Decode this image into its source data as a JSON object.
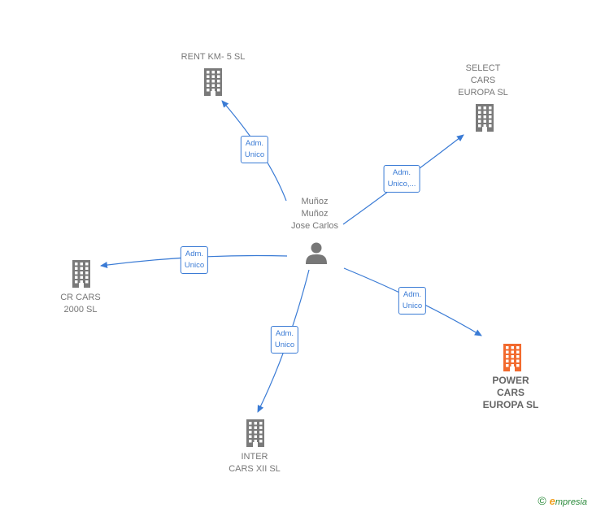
{
  "center": {
    "name_lines": [
      "Muñoz",
      "Muñoz",
      "Jose Carlos"
    ],
    "icon": "person-icon"
  },
  "companies": [
    {
      "id": "rent",
      "lines": [
        "RENT KM- 5  SL"
      ],
      "role_lines": [
        "Adm.",
        "Unico"
      ],
      "highlight": false
    },
    {
      "id": "select",
      "lines": [
        "SELECT",
        "CARS",
        "EUROPA SL"
      ],
      "role_lines": [
        "Adm.",
        "Unico,..."
      ],
      "highlight": false
    },
    {
      "id": "crcars",
      "lines": [
        "CR CARS",
        "2000  SL"
      ],
      "role_lines": [
        "Adm.",
        "Unico"
      ],
      "highlight": false
    },
    {
      "id": "power",
      "lines": [
        "POWER",
        "CARS",
        "EUROPA  SL"
      ],
      "role_lines": [
        "Adm.",
        "Unico"
      ],
      "highlight": true
    },
    {
      "id": "inter",
      "lines": [
        "INTER",
        "CARS XII SL"
      ],
      "role_lines": [
        "Adm.",
        "Unico"
      ],
      "highlight": false
    }
  ],
  "colors": {
    "edge": "#3a7bd5",
    "building": "#7a7a7a",
    "building_highlight": "#f26a2e",
    "person": "#777777"
  },
  "brand": {
    "copyright_symbol": "©",
    "e_letter": "e",
    "rest": "mpresia"
  }
}
